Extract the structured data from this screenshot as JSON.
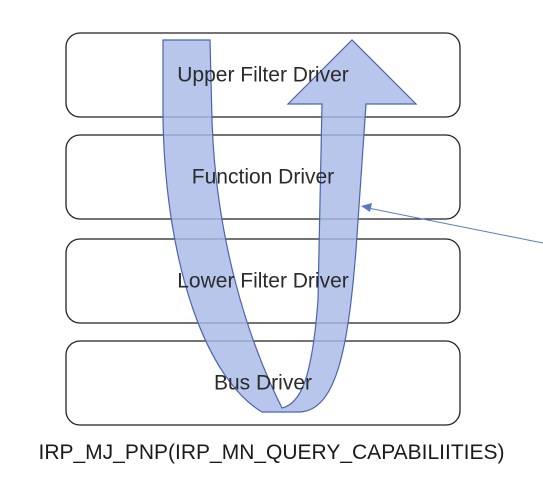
{
  "layers": [
    {
      "id": "upper",
      "label": "Upper Filter Driver"
    },
    {
      "id": "function",
      "label": "Function Driver"
    },
    {
      "id": "lower",
      "label": "Lower Filter Driver"
    },
    {
      "id": "bus",
      "label": "Bus Driver"
    }
  ],
  "caption": "IRP_MJ_PNP(IRP_MN_QUERY_CAPABILIITIES)",
  "colors": {
    "arrow_fill": "#a9b9e6",
    "arrow_stroke": "#4a64b0",
    "pointer": "#5a78c8",
    "box_stroke": "#222222"
  }
}
